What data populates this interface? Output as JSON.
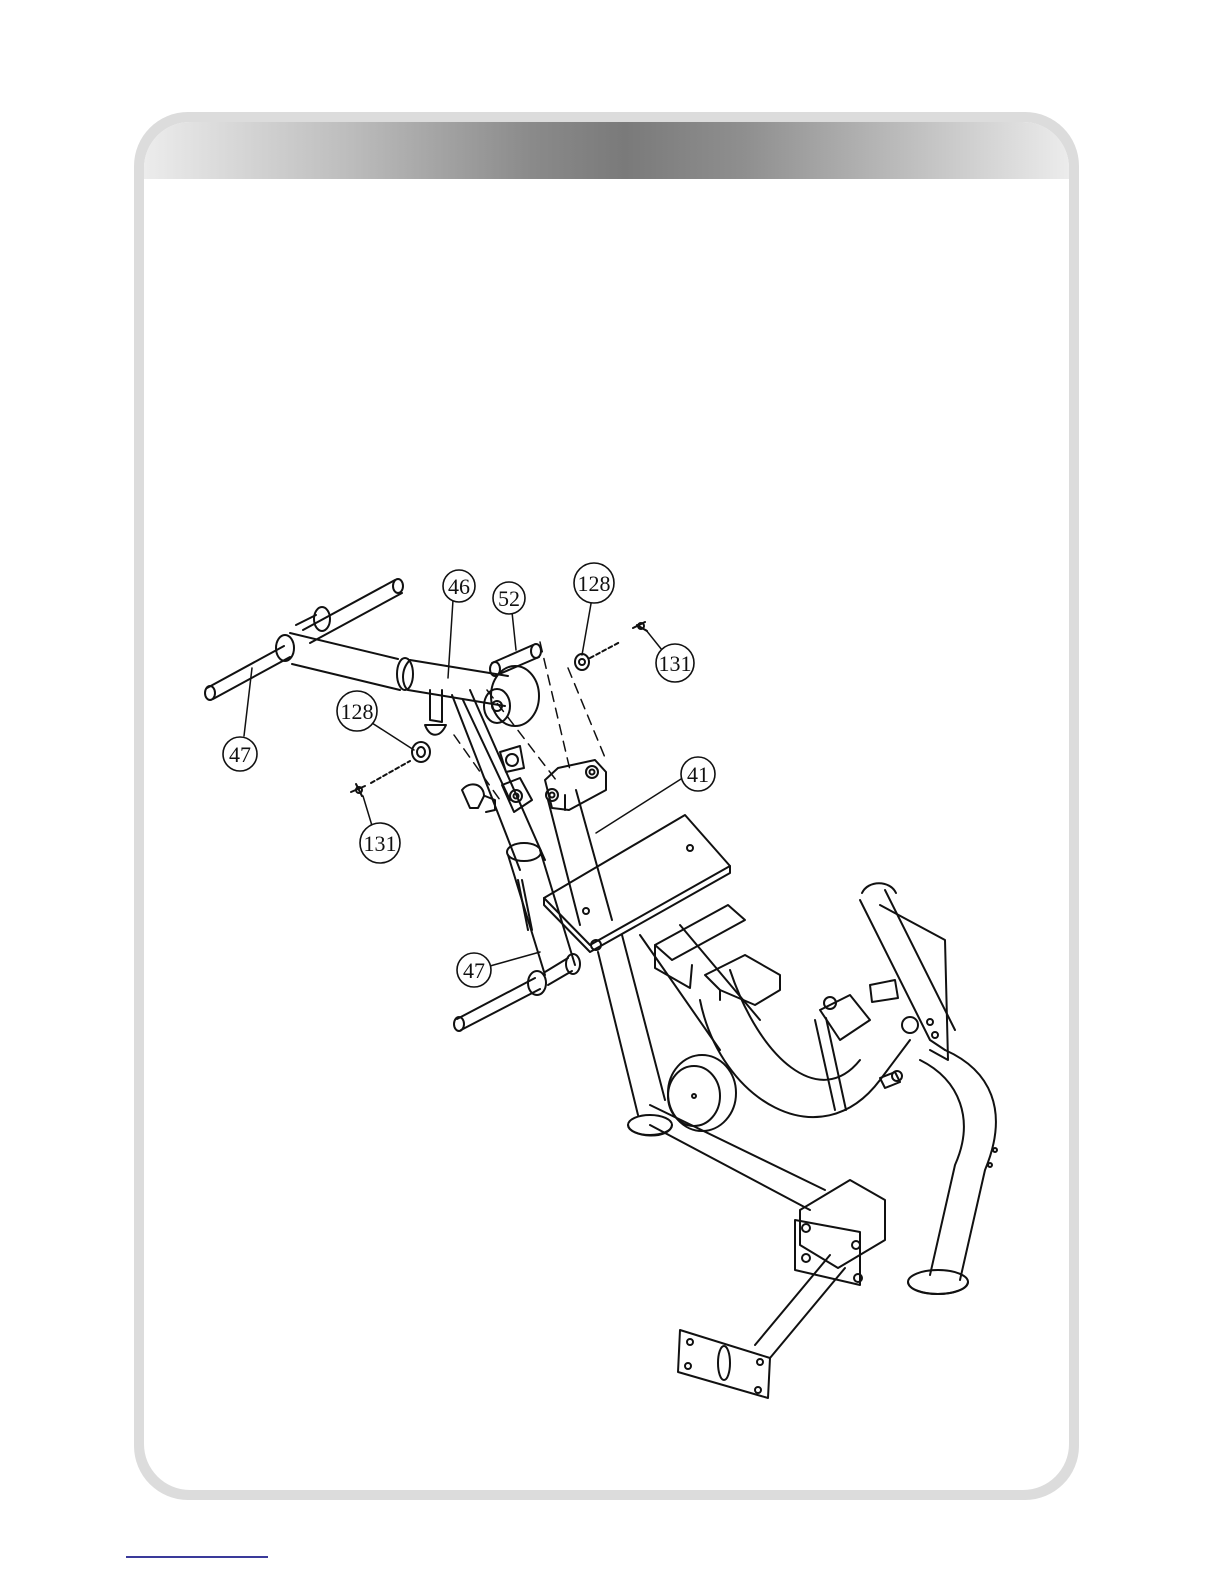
{
  "callouts": {
    "c46": "46",
    "c52": "52",
    "c128_top": "128",
    "c131_top": "131",
    "c128_left": "128",
    "c47_left": "47",
    "c131_left": "131",
    "c41": "41",
    "c47_bottom": "47"
  }
}
